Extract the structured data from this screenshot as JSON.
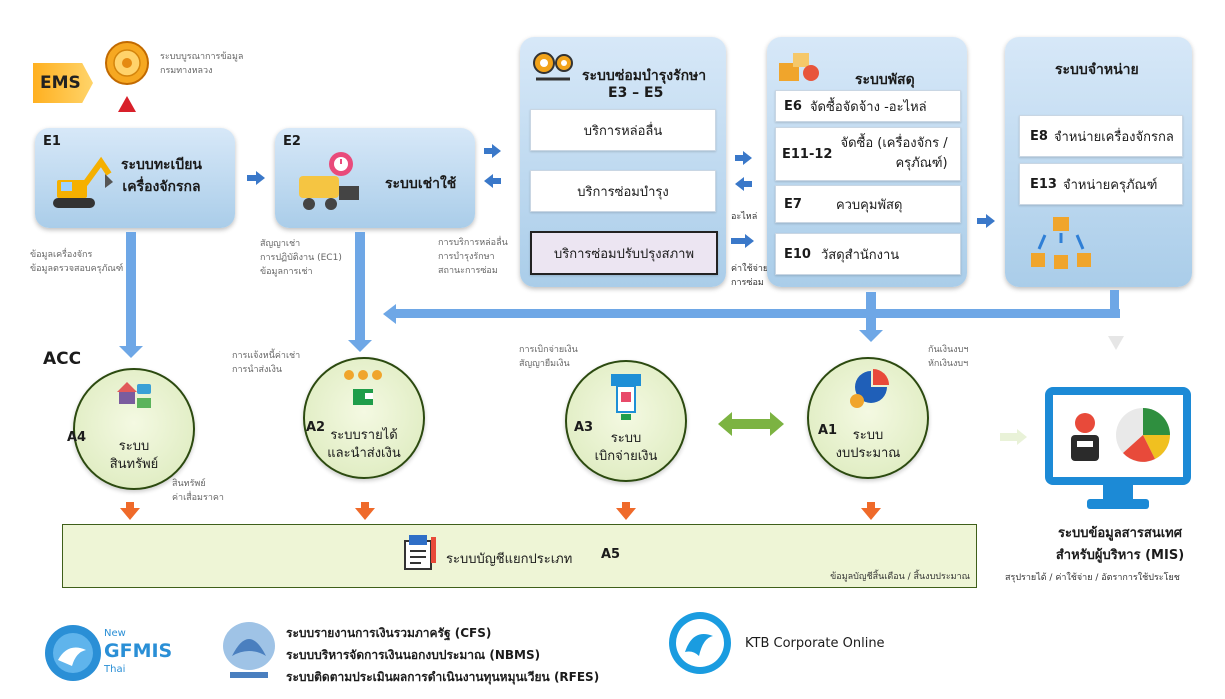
{
  "colors": {
    "card": "#b9d7ef",
    "circle": "#e6f0cf",
    "acc_bar": "#eef5d6",
    "arrow_blue": "#5d9ee0",
    "arrow_orange": "#ef6a2a",
    "arrow_green": "#7cb342"
  },
  "top": {
    "ems_label": "EMS",
    "registry_caption": [
      "ระบบบูรณาการข้อมูล",
      "กรมทางหลวง"
    ],
    "e1": {
      "code": "E1",
      "title": [
        "ระบบทะเบียน",
        "เครื่องจักรกล"
      ],
      "icon": "excavator-icon"
    },
    "e2": {
      "code": "E2",
      "title": "ระบบเช่าใช้",
      "icon": "rental-machine-icon"
    },
    "maint": {
      "title": "ระบบซ่อมบำรุงรักษา",
      "range": "E3 – E5",
      "rows": [
        "บริการหล่อลื่น",
        "บริการซ่อมบำรุง",
        "บริการซ่อมปรับปรุงสภาพ"
      ],
      "icon": "gears-icon"
    },
    "supply": {
      "title": "ระบบพัสดุ",
      "rows": [
        {
          "code": "E6",
          "label": "จัดซื้อจัดจ้าง -อะไหล่"
        },
        {
          "code": "E11-12",
          "label": "จัดซื้อ (เครื่องจักร /",
          "label2": "ครุภัณฑ์)"
        },
        {
          "code": "E7",
          "label": "ควบคุมพัสดุ"
        },
        {
          "code": "E10",
          "label": "วัสดุสำนักงาน"
        }
      ],
      "icon": "supply-icon"
    },
    "disposal": {
      "title": "ระบบจำหน่าย",
      "rows": [
        {
          "code": "E8",
          "label": "จำหน่ายเครื่องจักรกล"
        },
        {
          "code": "E13",
          "label": "จำหน่ายครุภัณฑ์"
        }
      ],
      "icon": "boxes-icon"
    }
  },
  "flows": {
    "e1_down": [
      "ข้อมูลเครื่องจักร",
      "ข้อมูลตรวจสอบครุภัณฑ์"
    ],
    "e2_down": [
      "สัญญาเช่า",
      "การปฏิบัติงาน (EC1)",
      "ข้อมูลการเช่า"
    ],
    "maint_side": [
      "การบริการหล่อลื่น",
      "การบำรุงรักษา",
      "สถานะการซ่อม"
    ],
    "parts": "อะไหล่",
    "repair_cost": [
      "ค่าใช้จ่าย",
      "การซ่อม"
    ],
    "a2_in": [
      "การแจ้งหนี้ค่าเช่า",
      "การนำส่งเงิน"
    ],
    "a3_in": [
      "การเบิกจ่ายเงิน",
      "สัญญายืมเงิน"
    ],
    "a1_in": [
      "กันเงินงบฯ",
      "หักเงินงบฯ"
    ],
    "a4_out": [
      "สินทรัพย์",
      "ค่าเสื่อมราคา"
    ]
  },
  "acc": {
    "label": "ACC",
    "a4": {
      "code": "A4",
      "title": [
        "ระบบ",
        "สินทรัพย์"
      ],
      "icon": "assets-icon"
    },
    "a2": {
      "code": "A2",
      "title": [
        "ระบบรายได้",
        "และนำส่งเงิน"
      ],
      "icon": "revenue-icon"
    },
    "a3": {
      "code": "A3",
      "title": [
        "ระบบ",
        "เบิกจ่ายเงิน"
      ],
      "icon": "disbursement-icon"
    },
    "a1": {
      "code": "A1",
      "title": [
        "ระบบ",
        "งบประมาณ"
      ],
      "icon": "budget-icon"
    },
    "ledger": {
      "title": "ระบบบัญชีแยกประเภท",
      "code": "A5",
      "note": "ข้อมูลบัญชีสิ้นเดือน / สิ้นงบประมาณ",
      "icon": "ledger-icon"
    }
  },
  "mis": {
    "title": [
      "ระบบข้อมูลสารสนเทศ",
      "สำหรับผู้บริหาร (MIS)"
    ],
    "caption": "สรุปรายได้ / ค่าใช้จ่าย / อัตราการใช้ประโยช",
    "icon": "monitor-dashboard-icon"
  },
  "footer": {
    "gfmis": {
      "new": "New",
      "name": "GFMIS",
      "thai": "Thai"
    },
    "systems": [
      "ระบบรายงานการเงินรวมภาครัฐ (CFS)",
      "ระบบบริหารจัดการเงินนอกงบประมาณ (NBMS)",
      "ระบบติดตามประเมินผลการดำเนินงานทุนหมุนเวียน (RFES)"
    ],
    "ktb": "KTB Corporate Online"
  }
}
